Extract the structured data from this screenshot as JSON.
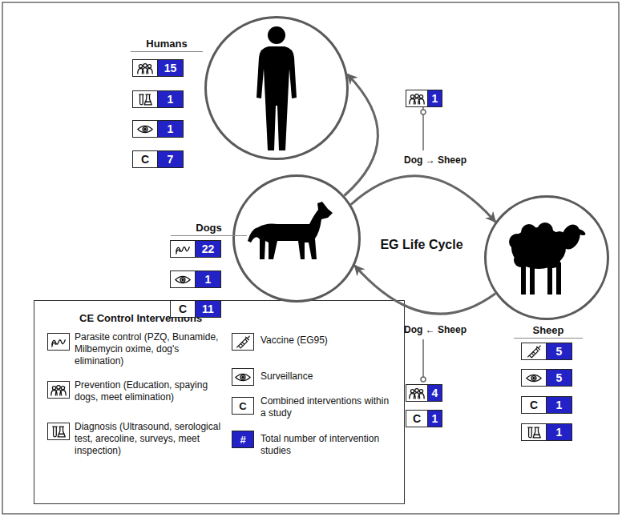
{
  "diagram": {
    "nodes": [
      {
        "text": [
          "Humans"
        ]
      },
      {
        "text": [
          "15"
        ]
      },
      {
        "text": [
          "1"
        ]
      },
      {
        "text": [
          "1"
        ]
      },
      {
        "text": [
          "C",
          "7"
        ]
      },
      {
        "text": [
          "1"
        ]
      },
      {
        "text": [
          "Dogs"
        ]
      },
      {
        "text": [
          "22"
        ]
      },
      {
        "text": [
          "1"
        ]
      },
      {
        "text": [
          "C",
          "11"
        ]
      },
      {
        "text": [
          "Sheep"
        ]
      },
      {
        "text": [
          "5"
        ]
      },
      {
        "text": [
          "5"
        ]
      },
      {
        "text": [
          "C",
          "1"
        ]
      },
      {
        "text": [
          "1"
        ]
      },
      {
        "text": [
          "4"
        ]
      },
      {
        "text": [
          "C",
          "1"
        ]
      }
    ],
    "edges": [
      {
        "from": 6,
        "to": 0,
        "arrow": "to"
      },
      {
        "from": 6,
        "to": 10,
        "arrow": "to",
        "label": "Dog → Sheep"
      },
      {
        "from": 10,
        "to": 6,
        "arrow": "to",
        "label": "Dog ← Sheep"
      }
    ],
    "labels": [
      "EG Life Cycle",
      "CE Control Interventions",
      "C",
      "#"
    ],
    "legend": [
      {
        "text": "Parasite control (PZQ, Bunamide, Milbemycin oxime, dog's elimination)"
      },
      {
        "text": "Prevention (Education, spaying dogs, meet elimination)"
      },
      {
        "text": "Diagnosis (Ultrasound, serological test, arecoline, surveys, meet inspection)"
      },
      {
        "text": "Vaccine (EG95)"
      },
      {
        "text": "Surveillance"
      },
      {
        "text": "Combined interventions within a study"
      },
      {
        "text": "Total number of intervention studies"
      }
    ]
  }
}
